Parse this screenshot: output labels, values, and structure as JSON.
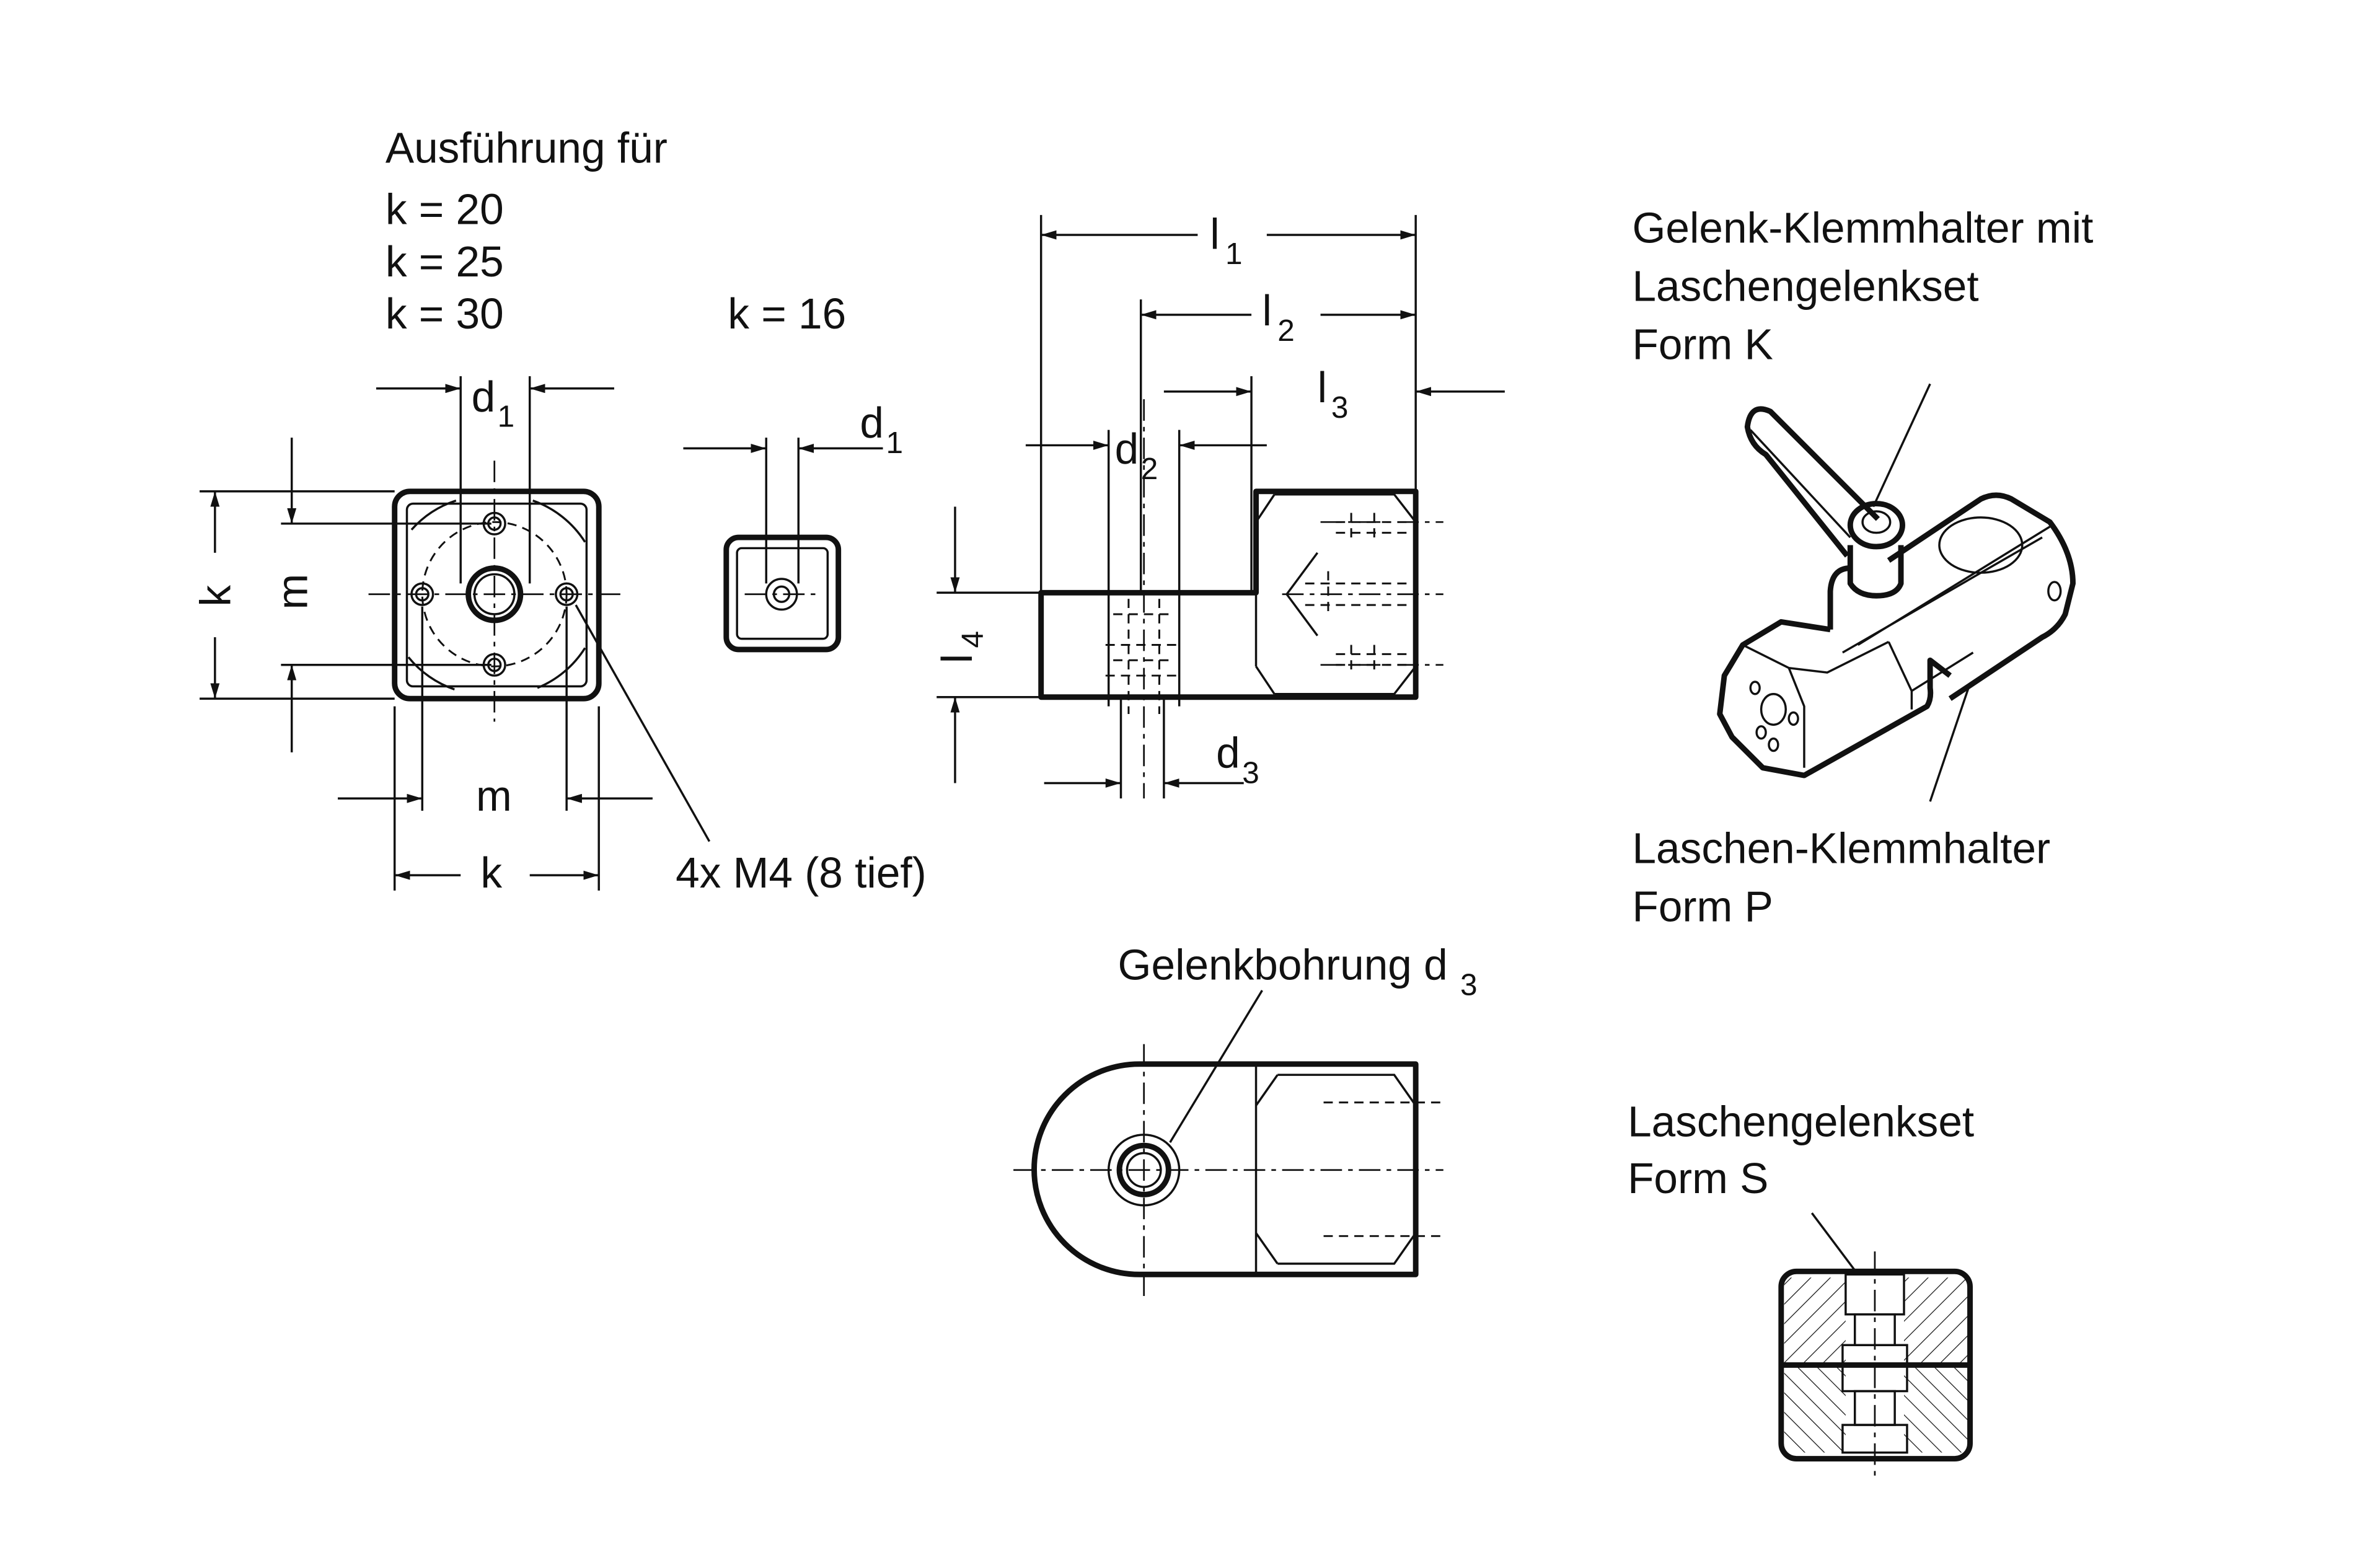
{
  "variant_header": {
    "title": "Ausführung für",
    "k_values": [
      "k = 20",
      "k = 25",
      "k = 30"
    ],
    "k_small": "k = 16"
  },
  "front_view": {
    "d_label": "d",
    "d_sub": "1",
    "m_label": "m",
    "k_label": "k",
    "thread_note": "4x M4 (8 tief)"
  },
  "small_view": {
    "d_label": "d",
    "d_sub": "1"
  },
  "side_view": {
    "l1": {
      "label": "l",
      "sub": "1"
    },
    "l2": {
      "label": "l",
      "sub": "2"
    },
    "l3": {
      "label": "l",
      "sub": "3"
    },
    "l4": {
      "label": "l",
      "sub": "4"
    },
    "d2": {
      "label": "d",
      "sub": "2"
    },
    "d3": {
      "label": "d",
      "sub": "3"
    }
  },
  "bottom_view": {
    "label": "Gelenkbohrung d",
    "sub": "3"
  },
  "iso_view": {
    "top_label": [
      "Gelenk-Klemmhalter mit",
      "Laschengelenkset",
      "Form K"
    ],
    "bottom_label": [
      "Laschen-Klemmhalter",
      "Form P"
    ]
  },
  "section_view": {
    "label": [
      "Laschengelenkset",
      "Form S"
    ]
  }
}
